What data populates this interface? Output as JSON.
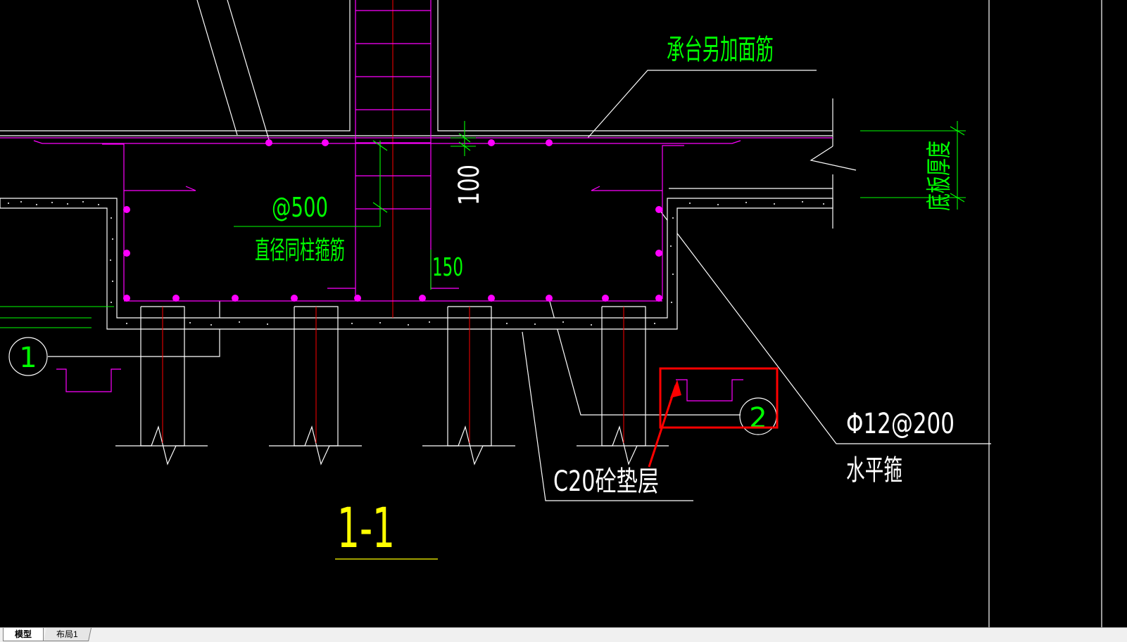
{
  "drawing": {
    "labels": {
      "cap_top_extra_rebar": "承台另加面筋",
      "spacing_500": "@500",
      "stirrup_same_dia": "直径同柱箍筋",
      "dim_100": "100",
      "dim_150": "150",
      "slab_thickness": "底板厚度",
      "rebar_phi12_200": "Φ12@200",
      "horizontal_stirrup": "水平箍",
      "c20_cushion": "C20砼垫层",
      "section_title": "1-1",
      "callout_1": "1",
      "callout_2": "2"
    },
    "colors": {
      "background": "#000000",
      "outline": "#ffffff",
      "rebar": "#ff00ff",
      "dimension": "#00ff00",
      "axis": "#ff0000",
      "title": "#ffff00",
      "highlight": "#ff0000"
    }
  },
  "tabs": {
    "model": "模型",
    "layout1": "布局1"
  }
}
